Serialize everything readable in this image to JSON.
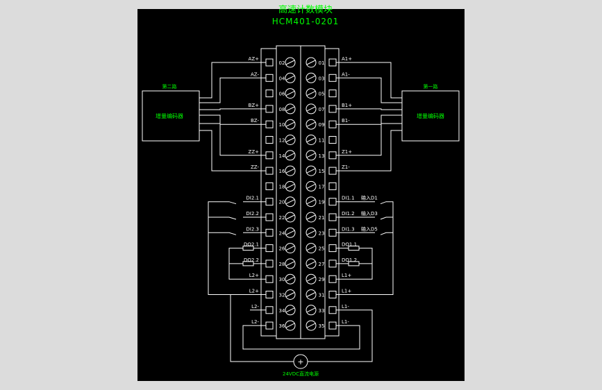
{
  "title": "高速计数模块",
  "model": "HCM401-0201",
  "left_box": {
    "header": "第二路",
    "label": "增量编码器"
  },
  "right_box": {
    "header": "第一路",
    "label": "增量编码器"
  },
  "power_label": "24VDC直流电源",
  "terminals_left": [
    "02",
    "04",
    "06",
    "08",
    "10",
    "12",
    "14",
    "16",
    "18",
    "20",
    "22",
    "24",
    "26",
    "28",
    "30",
    "32",
    "34",
    "36"
  ],
  "terminals_right": [
    "01",
    "03",
    "05",
    "07",
    "09",
    "11",
    "13",
    "15",
    "17",
    "19",
    "21",
    "23",
    "25",
    "27",
    "29",
    "31",
    "33",
    "35"
  ],
  "signals_left": [
    "AZ+",
    "AZ-",
    "",
    "BZ+",
    "BZ-",
    "",
    "ZZ+",
    "ZZ-",
    "",
    "DI2.1",
    "DI2.2",
    "DI2.3",
    "DO2.1",
    "DO2.2",
    "L2+",
    "L2+",
    "L2-",
    "L2-"
  ],
  "signals_right": [
    "A1+",
    "A1-",
    "",
    "B1+",
    "B1-",
    "",
    "Z1+",
    "Z1-",
    "",
    "DI1.1",
    "DI1.2",
    "DI1.3",
    "DO1.1",
    "DO1.2",
    "L1+",
    "L1+",
    "L1-",
    "L1-"
  ],
  "inputs_right": [
    "输入D1",
    "输入D3",
    "输入D5"
  ],
  "colors": {
    "background": "#000000",
    "line": "#ffffff",
    "text": "#00ff00",
    "page": "#dcdcdc"
  }
}
